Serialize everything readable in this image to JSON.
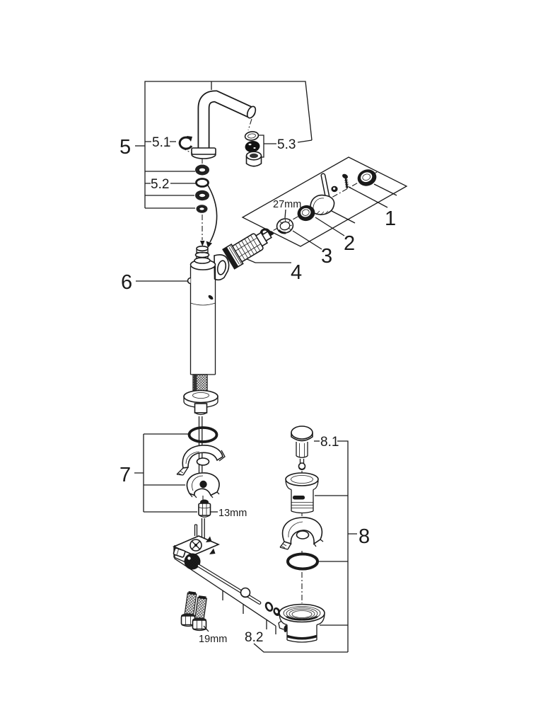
{
  "diagram": {
    "kind": "faucet-exploded-parts-diagram",
    "colors": {
      "line": "#1a1a1a",
      "background": "#ffffff"
    },
    "labels": {
      "n1": "1",
      "n2": "2",
      "n3": "3",
      "n4": "4",
      "n5": "5",
      "n5_1": "5.1",
      "n5_2": "5.2",
      "n5_3": "5.3",
      "n6": "6",
      "n7": "7",
      "n8": "8",
      "n8_1": "8.1",
      "n8_2": "8.2"
    },
    "dimensions": {
      "d27": "27mm",
      "d13": "13mm",
      "d19": "19mm"
    }
  }
}
